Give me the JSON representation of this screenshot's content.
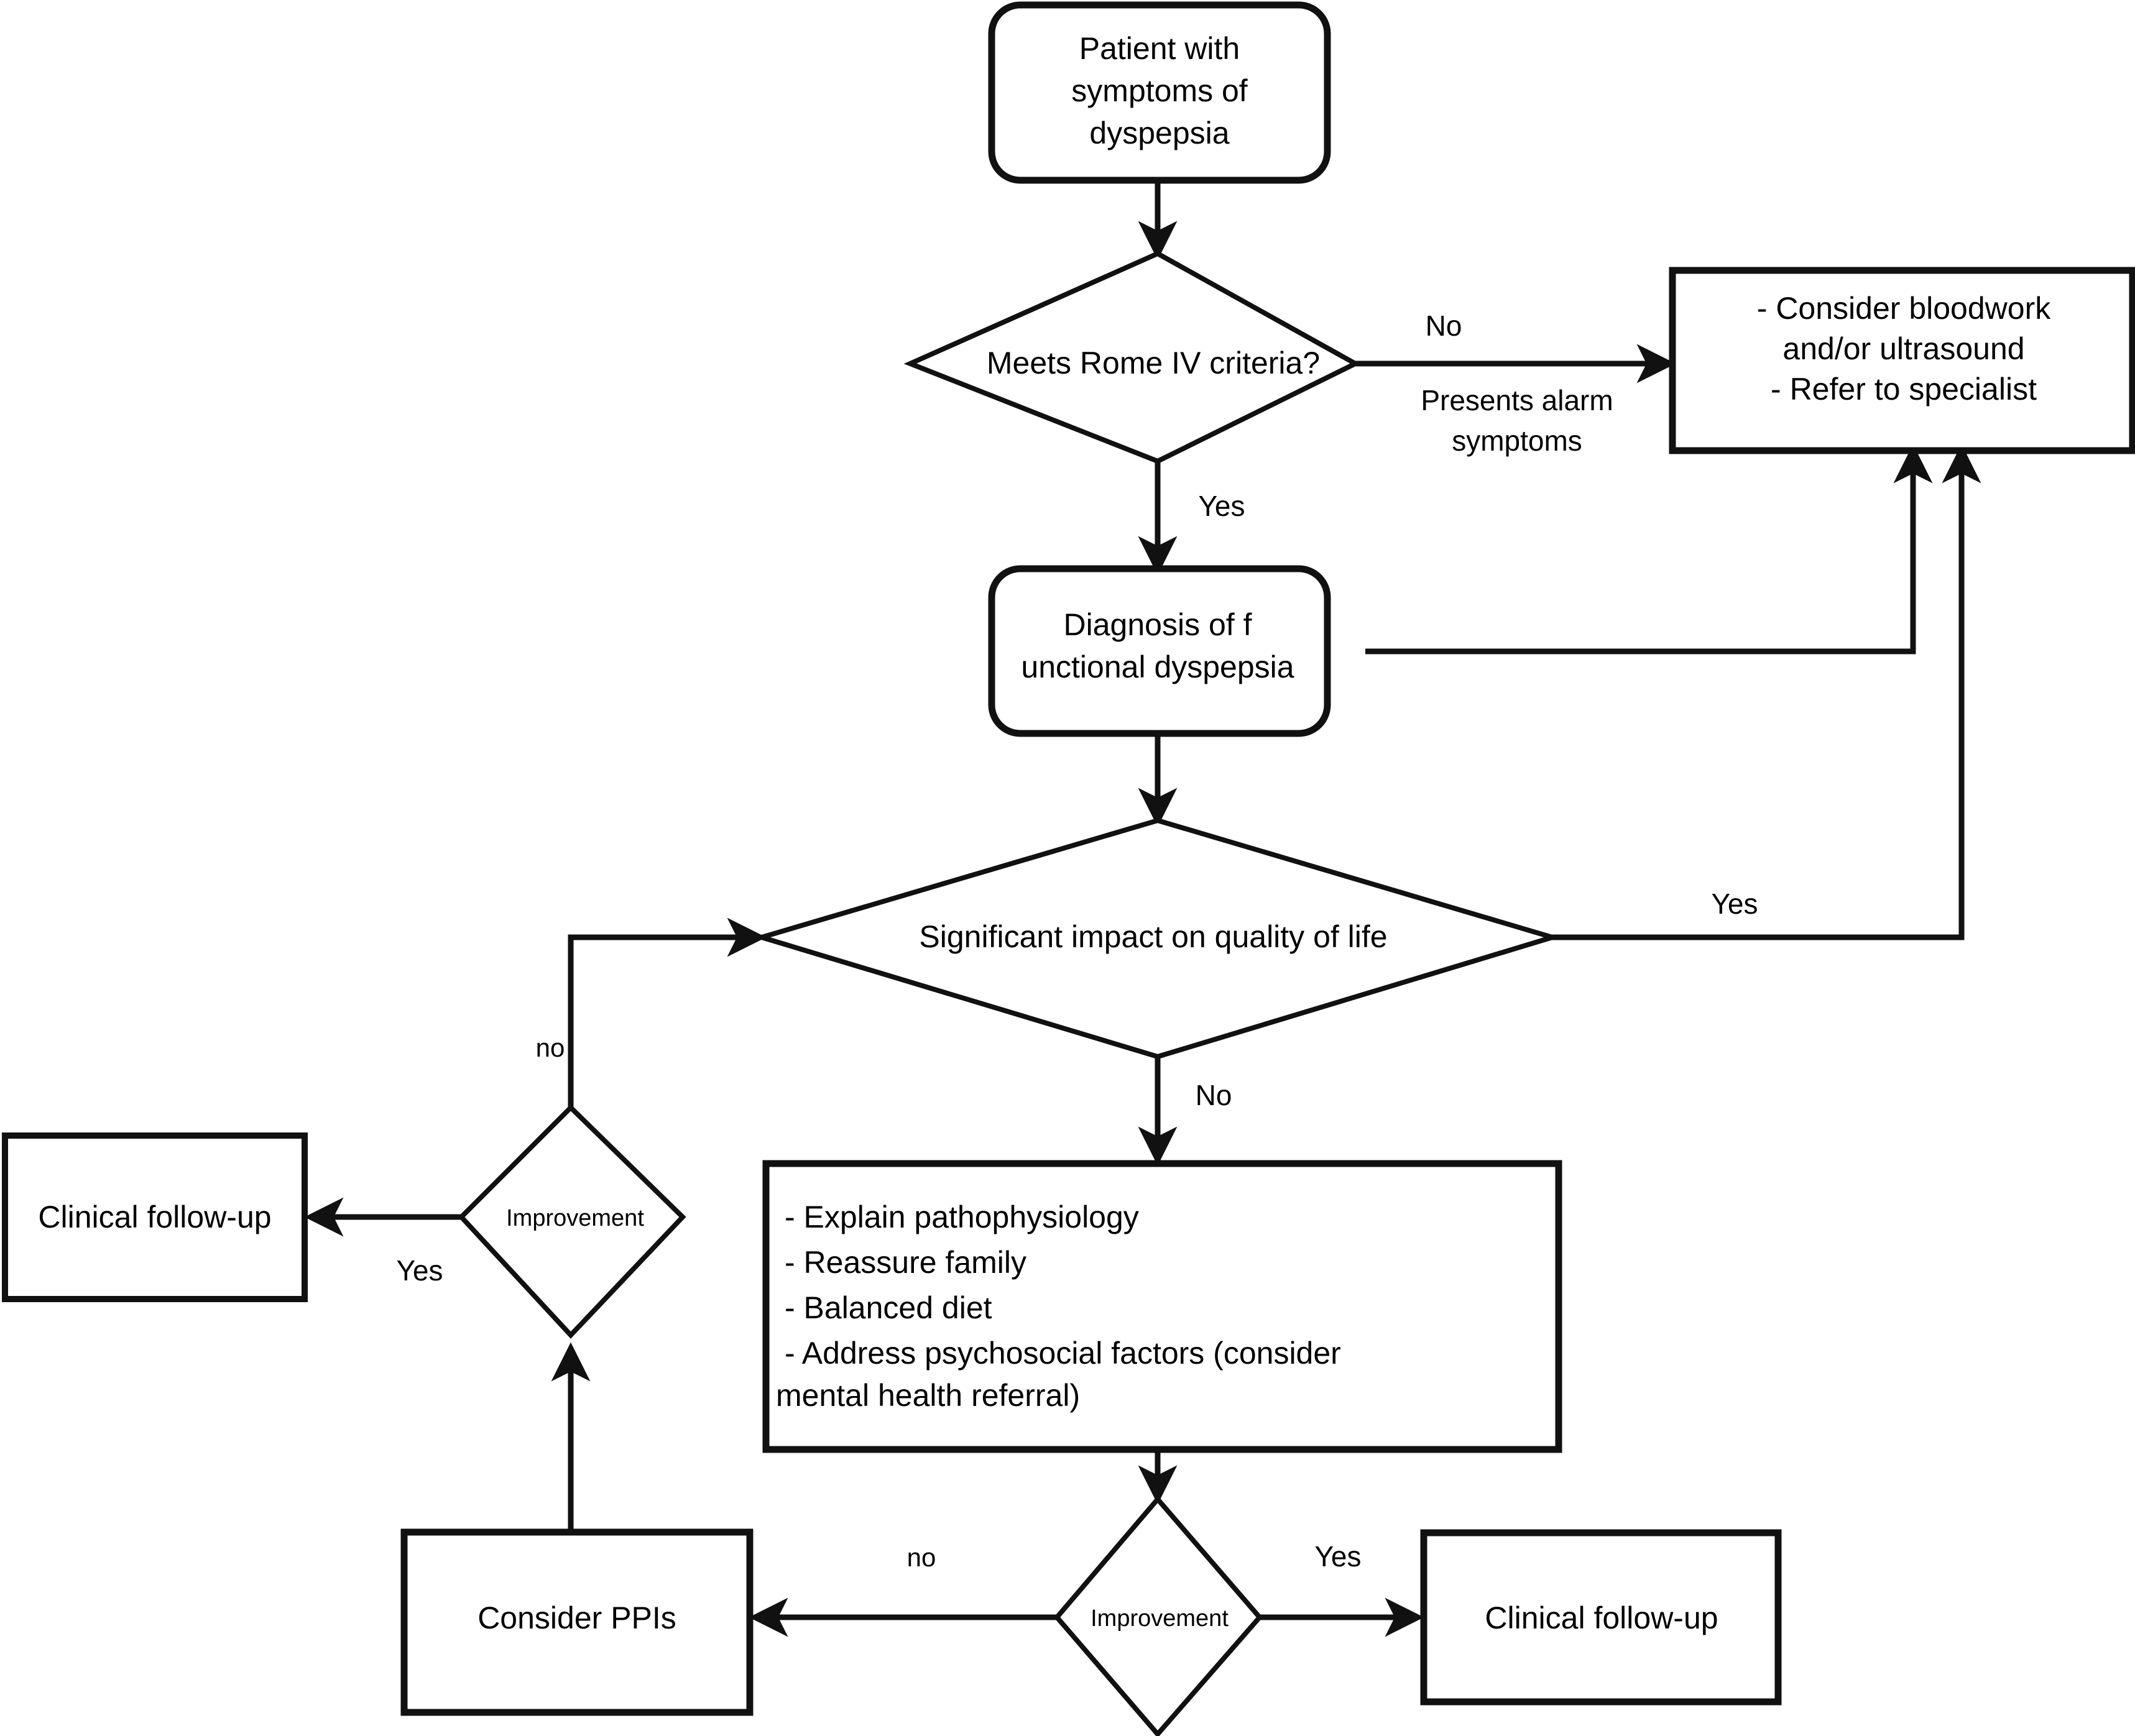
{
  "diagram": {
    "title": "Functional dyspepsia clinical management flowchart",
    "type": "flowchart",
    "colors": {
      "stroke": "#111111",
      "fill": "#ffffff",
      "text": "#000000",
      "background": "#ffffff"
    },
    "nodes": {
      "start": {
        "shape": "rounded-rectangle",
        "lines": [
          "Patient with",
          "symptoms of",
          "dyspepsia"
        ]
      },
      "rome_decision": {
        "shape": "diamond",
        "label": "Meets Rome IV criteria?"
      },
      "workup": {
        "shape": "rectangle",
        "lines": [
          "- Consider bloodwork",
          "and/or ultrasound",
          "- Refer to specialist"
        ]
      },
      "diagnosis": {
        "shape": "rounded-rectangle",
        "lines": [
          "Diagnosis of f",
          "unctional dyspepsia"
        ]
      },
      "qol_decision": {
        "shape": "diamond",
        "label": "Significant impact on quality of life"
      },
      "management": {
        "shape": "rectangle",
        "lines": [
          "- Explain pathophysiology",
          "- Reassure family",
          "- Balanced diet",
          "- Address psychosocial factors (consider",
          "mental health referral)"
        ]
      },
      "improvement_upper": {
        "shape": "diamond",
        "label": "Improvement"
      },
      "improvement_lower": {
        "shape": "diamond",
        "label": "Improvement"
      },
      "followup_left": {
        "shape": "rectangle",
        "label": "Clinical follow-up"
      },
      "followup_right": {
        "shape": "rectangle",
        "label": "Clinical follow-up"
      },
      "ppi": {
        "shape": "rectangle",
        "label": "Consider PPIs"
      }
    },
    "edge_labels": {
      "rome_no": "No",
      "rome_alarm_line1": "Presents alarm",
      "rome_alarm_line2": "symptoms",
      "rome_yes": "Yes",
      "qol_yes": "Yes",
      "qol_no": "No",
      "improvement_upper_no": "no",
      "improvement_upper_yes": "Yes",
      "improvement_lower_no": "no",
      "improvement_lower_yes": "Yes"
    }
  }
}
